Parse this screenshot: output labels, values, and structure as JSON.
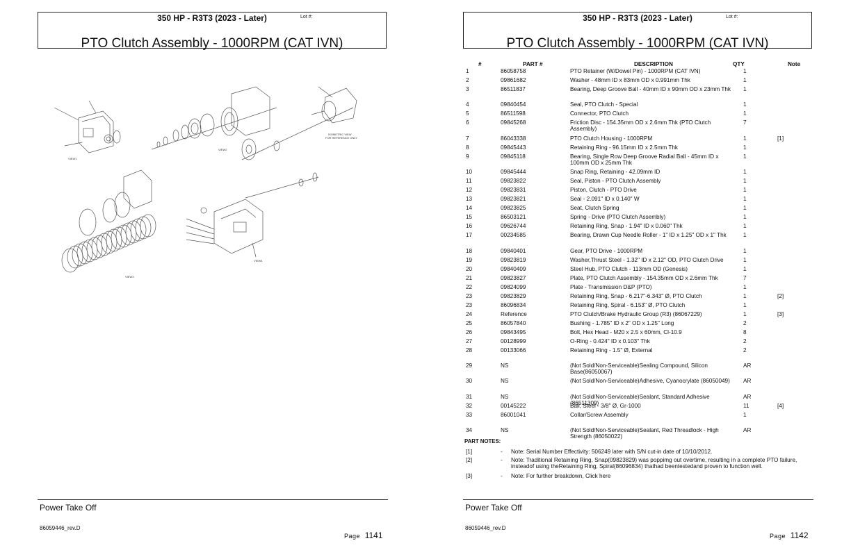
{
  "header": {
    "model": "350 HP - R3T3 (2023 - Later)",
    "lot_label": "Lot #:",
    "title": "PTO Clutch Assembly - 1000RPM (CAT IVN)"
  },
  "footer": {
    "section": "Power Take Off",
    "doc_id": "86059446_rev.D",
    "page_word": "Page",
    "page_left": "1141",
    "page_right": "1142"
  },
  "diagram": {
    "view_labels": [
      "VIEW1",
      "VIEW2",
      "VIEW3",
      "VIEW4"
    ],
    "iso_note_1": "ISOMETRIC VIEW",
    "iso_note_2": "FOR REFERENCE ONLY"
  },
  "table": {
    "headers": {
      "num": "#",
      "part": "PART #",
      "description": "DESCRIPTION",
      "qty": "QTY",
      "note": "Note"
    },
    "rows": [
      {
        "num": "1",
        "part": "86058758",
        "desc": "PTO Retainer (W/Dowel Pin) - 1000RPM (CAT IVN)",
        "qty": "1",
        "note": ""
      },
      {
        "num": "2",
        "part": "09861682",
        "desc": "Washer - 48mm ID x 83mm OD x 0.991mm Thk",
        "qty": "1",
        "note": ""
      },
      {
        "num": "3",
        "part": "86511837",
        "desc": "Bearing, Deep Groove Ball - 40mm ID x 90mm OD x 23mm Thk",
        "qty": "1",
        "note": ""
      },
      {
        "num": "4",
        "part": "09840454",
        "desc": "Seal, PTO Clutch - Special",
        "qty": "1",
        "note": ""
      },
      {
        "num": "5",
        "part": "86511598",
        "desc": "Connector, PTO Clutch",
        "qty": "1",
        "note": ""
      },
      {
        "num": "6",
        "part": "09845268",
        "desc": "Friction Disc - 154.35mm OD x 2.6mm Thk (PTO Clutch Assembly)",
        "qty": "7",
        "note": ""
      },
      {
        "num": "7",
        "part": "86043338",
        "desc": "PTO Clutch Housing - 1000RPM",
        "qty": "1",
        "note": "[1]"
      },
      {
        "num": "8",
        "part": "09845443",
        "desc": "Retaining Ring - 96.15mm ID x 2.5mm Thk",
        "qty": "1",
        "note": ""
      },
      {
        "num": "9",
        "part": "09845118",
        "desc": "Bearing, Single Row Deep Groove Radial Ball - 45mm ID x 100mm OD x 25mm Thk",
        "qty": "1",
        "note": ""
      },
      {
        "num": "10",
        "part": "09845444",
        "desc": "Snap Ring, Retaining - 42.09mm ID",
        "qty": "1",
        "note": ""
      },
      {
        "num": "11",
        "part": "09823822",
        "desc": "Seal, Piston - PTO Clutch Assembly",
        "qty": "1",
        "note": ""
      },
      {
        "num": "12",
        "part": "09823831",
        "desc": "Piston, Clutch - PTO Drive",
        "qty": "1",
        "note": ""
      },
      {
        "num": "13",
        "part": "09823821",
        "desc": "Seal - 2.091\" ID x 0.140\" W",
        "qty": "1",
        "note": ""
      },
      {
        "num": "14",
        "part": "09823825",
        "desc": "Seat, Clutch Spring",
        "qty": "1",
        "note": ""
      },
      {
        "num": "15",
        "part": "86503121",
        "desc": "Spring - Drive (PTO Clutch Assembly)",
        "qty": "1",
        "note": ""
      },
      {
        "num": "16",
        "part": "09626744",
        "desc": "Retaining Ring, Snap - 1.94\" ID x 0.060\" Thk",
        "qty": "1",
        "note": ""
      },
      {
        "num": "17",
        "part": "00234585",
        "desc": "Bearing, Drawn Cup Needle Roller - 1\" ID x 1.25\" OD x 1\" Thk",
        "qty": "1",
        "note": ""
      },
      {
        "num": "18",
        "part": "09840401",
        "desc": "Gear, PTO Drive - 1000RPM",
        "qty": "1",
        "note": ""
      },
      {
        "num": "19",
        "part": "09823819",
        "desc": "Washer,Thrust Steel - 1.32\" ID x 2.12\" OD, PTO Clutch Drive",
        "qty": "1",
        "note": ""
      },
      {
        "num": "20",
        "part": "09840409",
        "desc": "Steel Hub, PTO Clutch - 113mm OD (Genesis)",
        "qty": "1",
        "note": ""
      },
      {
        "num": "21",
        "part": "09823827",
        "desc": "Plate, PTO Clutch Assembly - 154.35mm OD x 2.6mm Thk",
        "qty": "7",
        "note": ""
      },
      {
        "num": "22",
        "part": "09824099",
        "desc": "Plate - Transmission D&P (PTO)",
        "qty": "1",
        "note": ""
      },
      {
        "num": "23",
        "part": "09823829",
        "desc": "Retaining Ring, Snap - 6.217\"-6.343\" Ø, PTO Clutch",
        "qty": "1",
        "note": "[2]"
      },
      {
        "num": "23",
        "part": "86096834",
        "desc": "Retaining Ring, Spiral - 6.153\" Ø, PTO Clutch",
        "qty": "1",
        "note": ""
      },
      {
        "num": "24",
        "part": "Reference",
        "desc": " PTO Clutch/Brake Hydraulic Group (R3) (86067229)",
        "qty": "1",
        "note": "[3]"
      },
      {
        "num": "25",
        "part": "86057840",
        "desc": "Bushing - 1.785\" ID x 2\" OD x 1.25\" Long",
        "qty": "2",
        "note": ""
      },
      {
        "num": "26",
        "part": "09843495",
        "desc": "Bolt, Hex Head - M20 x 2.5 x 60mm, Cl-10.9",
        "qty": "8",
        "note": ""
      },
      {
        "num": "27",
        "part": "00128999",
        "desc": "O-Ring - 0.424\" ID x 0.103\" Thk",
        "qty": "2",
        "note": ""
      },
      {
        "num": "28",
        "part": "00133066",
        "desc": "Retaining Ring - 1.5\" Ø, External",
        "qty": "2",
        "note": ""
      },
      {
        "num": "29",
        "part": "NS",
        "desc": "(Not Sold/Non-Serviceable)Sealing Compound, Silicon Base(86050067)",
        "qty": "AR",
        "note": ""
      },
      {
        "num": "30",
        "part": "NS",
        "desc": "(Not Sold/Non-Serviceable)Adhesive, Cyanocrylate (86050049)",
        "qty": "AR",
        "note": ""
      },
      {
        "num": "31",
        "part": "NS",
        "desc": "(Not Sold/Non-Serviceable)Sealant, Standard Adhesive (86511309)",
        "qty": "AR",
        "note": ""
      },
      {
        "num": "32",
        "part": "00145222",
        "desc": "Ball, Steel - 3/8\" Ø, Gr-1000",
        "qty": "11",
        "note": "[4]"
      },
      {
        "num": "33",
        "part": "86001041",
        "desc": "Collar/Screw Assembly",
        "qty": "1",
        "note": ""
      },
      {
        "num": "34",
        "part": "NS",
        "desc": "(Not Sold/Non-Serviceable)Sealant, Red Threadlock - High Strength (86050022)",
        "qty": "AR",
        "note": ""
      }
    ]
  },
  "part_notes": {
    "heading": "PART NOTES:",
    "items": [
      {
        "tag": "[1]",
        "dash": "-",
        "text": "Note: Serial Number Effectivity: 506249  later with S/N cut-in date of 10/10/2012."
      },
      {
        "tag": "[2]",
        "dash": "-",
        "text": "Note: Traditional Retaining Ring, Snap(09823829) was poppimg out overtime, resulting in a complete PTO failure, insteadof using theRetaining Ring, Spiral(86096834) thathad beentestedand proven to function well."
      },
      {
        "tag": "[3]",
        "dash": "-",
        "text": "Note: For further breakdown, Click here"
      }
    ]
  }
}
